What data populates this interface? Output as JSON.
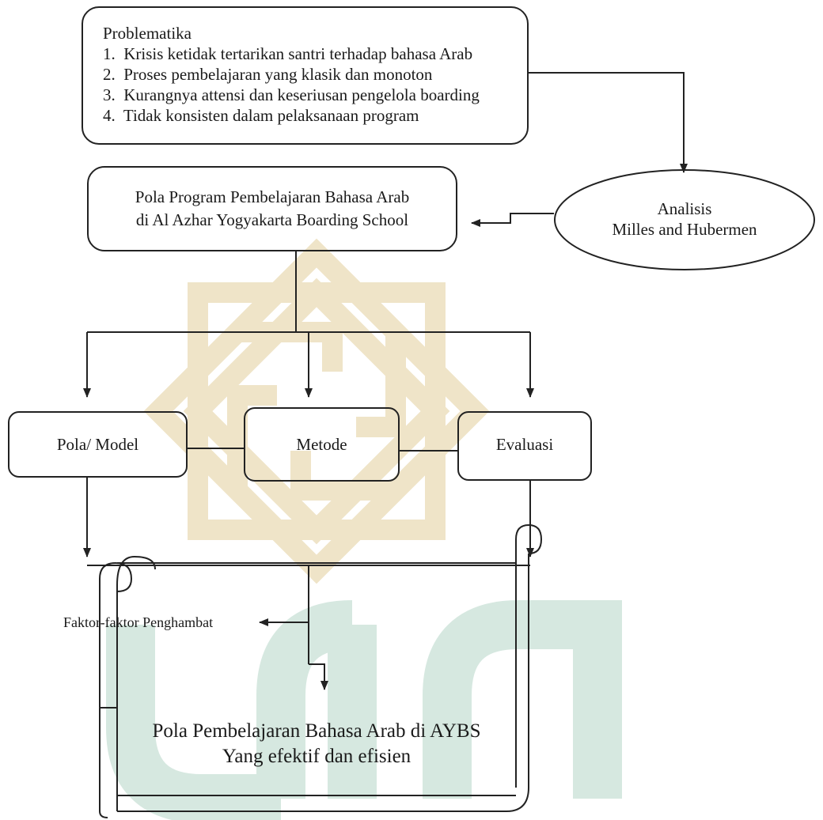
{
  "problem_box": {
    "heading": "Problematika",
    "items": [
      "1.  Krisis ketidak tertarikan santri terhadap bahasa Arab",
      "2.  Proses pembelajaran yang klasik dan monoton",
      "3.  Kurangnya attensi dan keseriusan pengelola boarding",
      "4.  Tidak konsisten dalam pelaksanaan program"
    ]
  },
  "program_box": {
    "line1": "Pola Program Pembelajaran Bahasa Arab",
    "line2": "di Al Azhar Yogyakarta Boarding School"
  },
  "analysis_ellipse": {
    "line1": "Analisis",
    "line2": "Milles and Hubermen"
  },
  "components": {
    "model": "Pola/ Model",
    "method": "Metode",
    "evaluation": "Evaluasi"
  },
  "inhibiting_factors": "Faktor-faktor Penghambat",
  "result_scroll": {
    "line1": "Pola Pembelajaran Bahasa Arab di AYBS",
    "line2": "Yang efektif dan efisien"
  },
  "colors": {
    "line": "#222222",
    "watermark_gold": "#efe3c6",
    "watermark_green": "#d6e8e0"
  }
}
